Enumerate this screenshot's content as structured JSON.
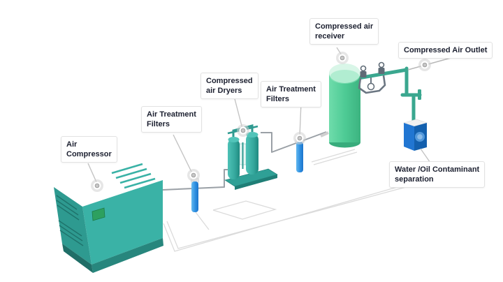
{
  "diagram": {
    "type": "process-flow",
    "subject": "compressed air system",
    "flow_order": [
      "Air Compressor",
      "Air Treatment Filters",
      "Compressed air Dryers",
      "Air Treatment Filters",
      "Compressed air receiver",
      "Compressed Air Outlet"
    ],
    "drain_component": "Water /Oil Contaminant separation"
  },
  "labels": {
    "air_compressor": {
      "text": "Air\nCompressor"
    },
    "air_treatment_filters_1": {
      "text": "Air Treatment\nFilters"
    },
    "compressed_air_dryers": {
      "text": "Compressed\nair Dryers"
    },
    "air_treatment_filters_2": {
      "text": "Air Treatment\nFilters"
    },
    "compressed_air_receiver": {
      "text": "Compressed air\nreceiver"
    },
    "compressed_air_outlet": {
      "text": "Compressed Air Outlet"
    },
    "water_oil_separation": {
      "text": "Water /Oil Contaminant\nseparation"
    }
  },
  "palette": {
    "background": "#FFFFFF",
    "compressor_teal": "#3AB2A6",
    "compressor_teal_dark": "#2E9A90",
    "compressor_base": "#27867D",
    "dryer_teal": "#35A89D",
    "receiver_green": "#4ECB95",
    "receiver_dome_mint": "#DFF5EA",
    "filter_blue": "#2E8FE0",
    "separator_blue": "#1F74CE",
    "outlet_pipe_teal": "#3AA78F",
    "process_pipe_gray": "#9AA0A6",
    "floor_line_gray": "#DBDBDB",
    "leader_line_gray": "#C4C4C4",
    "valve_gray": "#5F6B76",
    "label_text": "#1C2030",
    "label_border": "#E2E2E2"
  }
}
